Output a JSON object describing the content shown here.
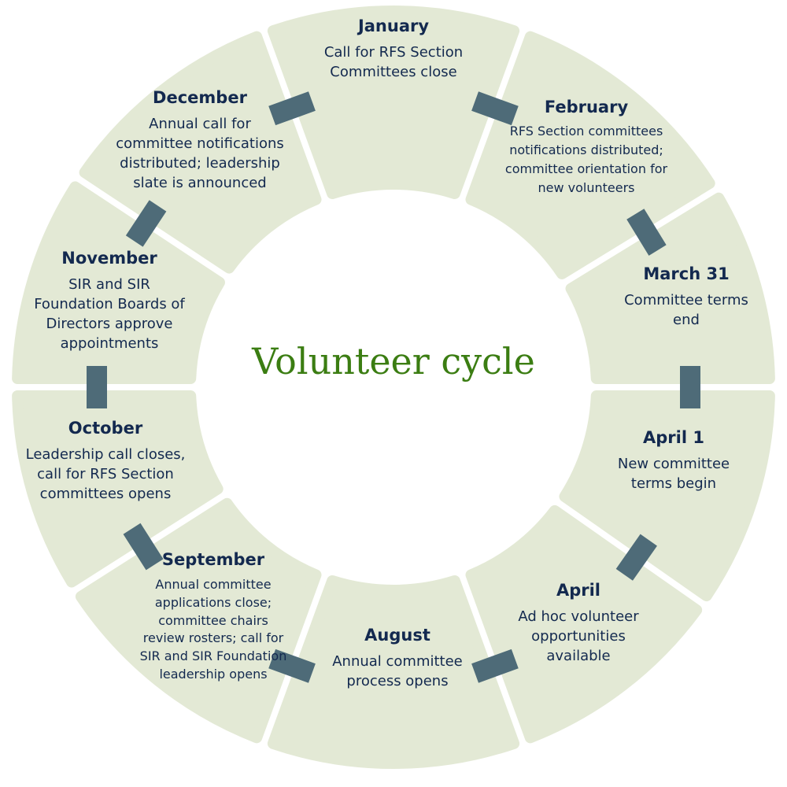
{
  "title": "Volunteer cycle",
  "colors": {
    "segment": "#e3e9d5",
    "connector": "#4e6b78",
    "text": "#13294f",
    "title": "#3b7d12"
  },
  "segments": [
    {
      "month": "January",
      "text": [
        "Call for RFS Section",
        "Committees close"
      ]
    },
    {
      "month": "February",
      "text": [
        "RFS Section committees",
        "notifications distributed;",
        "committee orientation for",
        "new volunteers"
      ]
    },
    {
      "month": "March 31",
      "text": [
        "Committee terms",
        "end"
      ]
    },
    {
      "month": "April 1",
      "text": [
        "New committee",
        "terms begin"
      ]
    },
    {
      "month": "April",
      "text": [
        "Ad hoc volunteer",
        "opportunities",
        "available"
      ]
    },
    {
      "month": "August",
      "text": [
        "Annual committee",
        "process opens"
      ]
    },
    {
      "month": "September",
      "text": [
        "Annual committee",
        "applications close;",
        "committee chairs",
        "review rosters; call for",
        "SIR and SIR Foundation",
        "leadership opens"
      ]
    },
    {
      "month": "October",
      "text": [
        "Leadership call closes,",
        "call for RFS Section",
        "committees opens"
      ]
    },
    {
      "month": "November",
      "text": [
        "SIR and SIR",
        "Foundation Boards of",
        "Directors approve",
        "appointments"
      ]
    },
    {
      "month": "December",
      "text": [
        "Annual call for",
        "committee notifications",
        "distributed; leadership",
        "slate is announced"
      ]
    }
  ]
}
